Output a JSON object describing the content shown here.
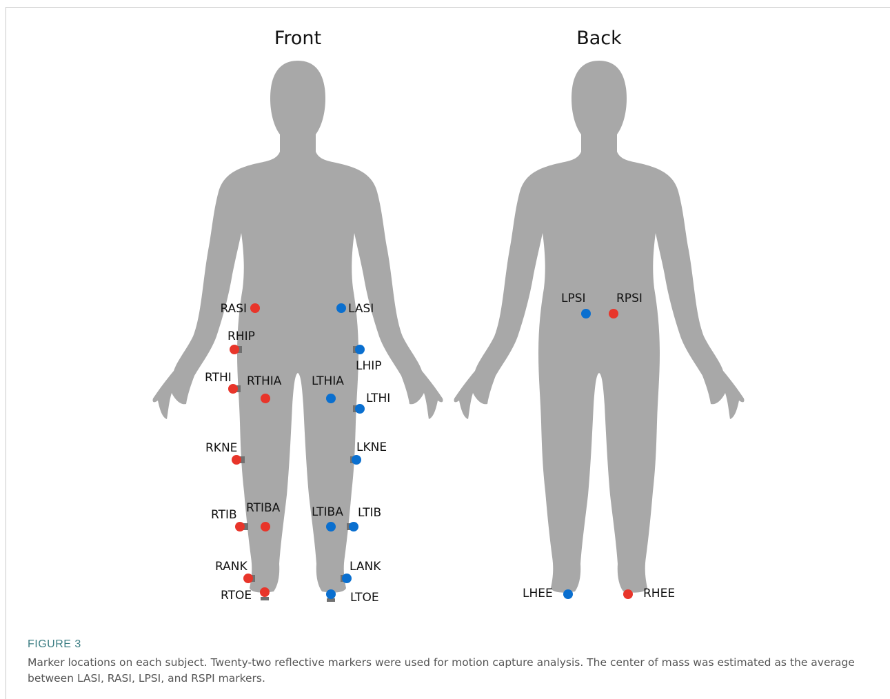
{
  "figure": {
    "front_title": "Front",
    "back_title": "Back",
    "colors": {
      "right_marker": "#e8352a",
      "left_marker": "#0a6fcf",
      "silhouette": "#a8a8a8"
    },
    "front_markers": [
      "RASI",
      "LASI",
      "RHIP",
      "LHIP",
      "RTHI",
      "RTHIA",
      "LTHIA",
      "LTHI",
      "RKNE",
      "LKNE",
      "RTIB",
      "RTIBA",
      "LTIBA",
      "LTIB",
      "RANK",
      "LANK",
      "RTOE",
      "LTOE"
    ],
    "back_markers": [
      "LPSI",
      "RPSI",
      "LHEE",
      "RHEE"
    ]
  },
  "caption": {
    "label": "FIGURE 3",
    "text": "Marker locations on each subject. Twenty-two reflective markers were used for motion capture analysis. The center of mass was estimated as the average between LASI, RASI, LPSI, and RSPI markers."
  }
}
